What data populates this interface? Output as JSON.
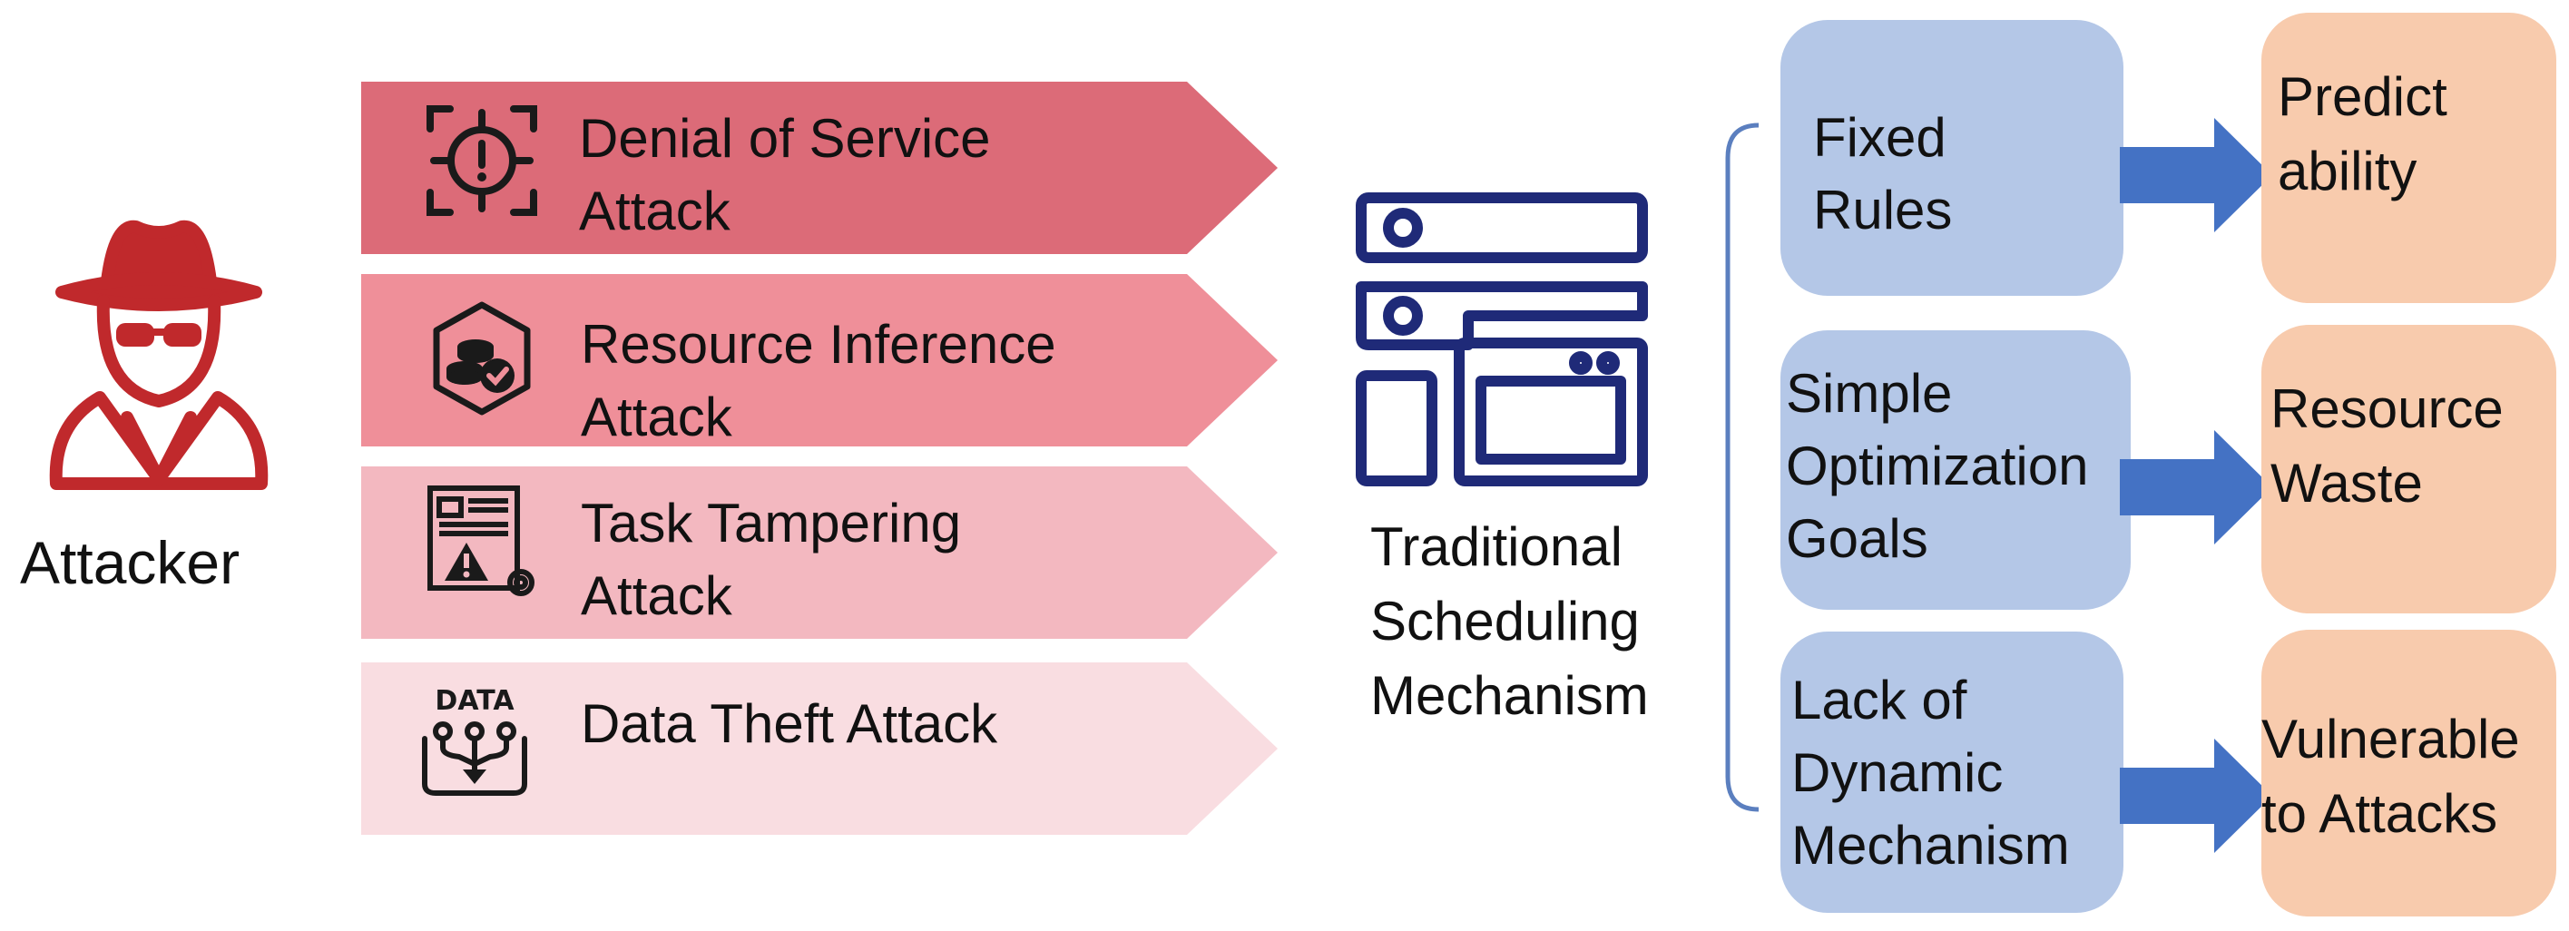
{
  "actor": {
    "label": "Attacker",
    "icon": "spy-attacker-icon",
    "color": "#c0292c"
  },
  "attacks": [
    {
      "lines": [
        "Denial of Service",
        "Attack"
      ],
      "icon": "target-alert-icon",
      "fill": "#dc6b78"
    },
    {
      "lines": [
        "Resource Inference",
        "Attack"
      ],
      "icon": "coins-inspect-icon",
      "fill": "#ef8f99"
    },
    {
      "lines": [
        "Task Tampering",
        "Attack"
      ],
      "icon": "document-warning-icon",
      "fill": "#f3b8c0"
    },
    {
      "lines": [
        "Data Theft Attack"
      ],
      "icon": "data-download-icon",
      "fill": "#f9dde1"
    }
  ],
  "scheduler": {
    "lines": [
      "Traditional",
      "Scheduling",
      "Mechanism"
    ],
    "icon": "server-window-icon",
    "color": "#1f2a78"
  },
  "causes": [
    {
      "lines": [
        "Fixed",
        "Rules"
      ]
    },
    {
      "lines": [
        "Simple",
        "Optimization",
        "Goals"
      ]
    },
    {
      "lines": [
        "Lack of",
        "Dynamic",
        "Mechanism"
      ]
    }
  ],
  "effects": [
    {
      "lines": [
        "Predict",
        "ability"
      ]
    },
    {
      "lines": [
        "Resource",
        "Waste"
      ]
    },
    {
      "lines": [
        "Vulnerable",
        "to Attacks"
      ]
    }
  ],
  "colors": {
    "cause_box": "#b4c7e7",
    "effect_box": "#f8cbad",
    "flow_arrow": "#4472c4",
    "bracket": "#5b7fbf"
  }
}
